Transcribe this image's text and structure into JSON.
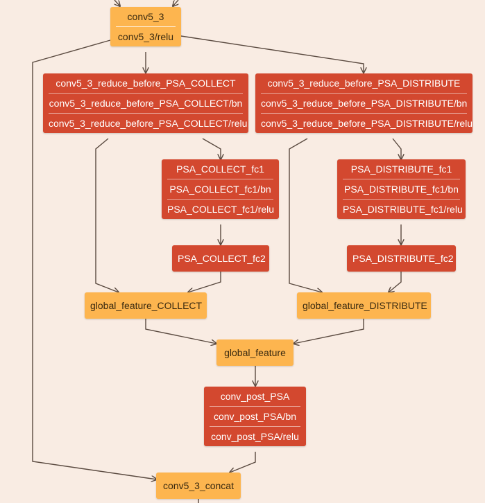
{
  "colors": {
    "background": "#f9ece3",
    "data_node": "#fdb54f",
    "layer_node": "#d3482f",
    "edge": "#5a4a40"
  },
  "nodes": {
    "conv5_3": {
      "rows": [
        "conv5_3",
        "conv5_3/relu"
      ]
    },
    "reduce_collect": {
      "rows": [
        "conv5_3_reduce_before_PSA_COLLECT",
        "conv5_3_reduce_before_PSA_COLLECT/bn",
        "conv5_3_reduce_before_PSA_COLLECT/relu"
      ]
    },
    "reduce_distribute": {
      "rows": [
        "conv5_3_reduce_before_PSA_DISTRIBUTE",
        "conv5_3_reduce_before_PSA_DISTRIBUTE/bn",
        "conv5_3_reduce_before_PSA_DISTRIBUTE/relu"
      ]
    },
    "collect_fc1": {
      "rows": [
        "PSA_COLLECT_fc1",
        "PSA_COLLECT_fc1/bn",
        "PSA_COLLECT_fc1/relu"
      ]
    },
    "distribute_fc1": {
      "rows": [
        "PSA_DISTRIBUTE_fc1",
        "PSA_DISTRIBUTE_fc1/bn",
        "PSA_DISTRIBUTE_fc1/relu"
      ]
    },
    "collect_fc2": {
      "rows": [
        "PSA_COLLECT_fc2"
      ]
    },
    "distribute_fc2": {
      "rows": [
        "PSA_DISTRIBUTE_fc2"
      ]
    },
    "gf_collect": {
      "rows": [
        "global_feature_COLLECT"
      ]
    },
    "gf_distribute": {
      "rows": [
        "global_feature_DISTRIBUTE"
      ]
    },
    "global_feature": {
      "rows": [
        "global_feature"
      ]
    },
    "conv_post": {
      "rows": [
        "conv_post_PSA",
        "conv_post_PSA/bn",
        "conv_post_PSA/relu"
      ]
    },
    "concat": {
      "rows": [
        "conv5_3_concat"
      ]
    }
  },
  "edges": [
    [
      "conv5_3",
      "reduce_collect"
    ],
    [
      "conv5_3",
      "reduce_distribute"
    ],
    [
      "conv5_3",
      "concat"
    ],
    [
      "reduce_collect",
      "collect_fc1"
    ],
    [
      "reduce_collect",
      "gf_collect"
    ],
    [
      "collect_fc1",
      "collect_fc2"
    ],
    [
      "collect_fc2",
      "gf_collect"
    ],
    [
      "reduce_distribute",
      "distribute_fc1"
    ],
    [
      "reduce_distribute",
      "gf_distribute"
    ],
    [
      "distribute_fc1",
      "distribute_fc2"
    ],
    [
      "distribute_fc2",
      "gf_distribute"
    ],
    [
      "gf_collect",
      "global_feature"
    ],
    [
      "gf_distribute",
      "global_feature"
    ],
    [
      "global_feature",
      "conv_post"
    ],
    [
      "conv_post",
      "concat"
    ]
  ]
}
